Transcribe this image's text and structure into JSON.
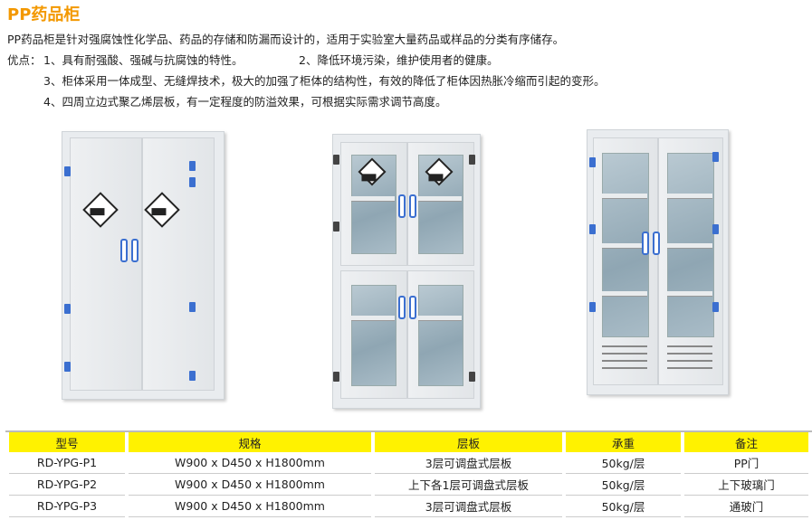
{
  "title": "PP药品柜",
  "intro": "PP药品柜是针对强腐蚀性化学品、药品的存储和防漏而设计的，适用于实验室大量药品或样品的分类有序储存。",
  "advantages_label": "优点：",
  "advantages": [
    "1、具有耐强酸、强碱与抗腐蚀的特性。",
    "2、降低环境污染，维护使用者的健康。",
    "3、柜体采用一体成型、无缝焊技术，极大的加强了柜体的结构性，有效的降低了柜体因热胀冷缩而引起的变形。",
    "4、四周立边式聚乙烯层板，有一定程度的防溢效果，可根据实际需求调节高度。"
  ],
  "table": {
    "headers": [
      "型号",
      "规格",
      "层板",
      "承重",
      "备注"
    ],
    "rows": [
      [
        "RD-YPG-P1",
        "W900 x D450 x H1800mm",
        "3层可调盘式层板",
        "50kg/层",
        "PP门"
      ],
      [
        "RD-YPG-P2",
        "W900 x D450 x H1800mm",
        "上下各1层可调盘式层板",
        "50kg/层",
        "上下玻璃门"
      ],
      [
        "RD-YPG-P3",
        "W900 x D450 x H1800mm",
        "3层可调盘式层板",
        "50kg/层",
        "通玻门"
      ]
    ]
  },
  "colors": {
    "title": "#f39800",
    "header_bg": "#fff200",
    "hinge": "#3b6fd0"
  }
}
